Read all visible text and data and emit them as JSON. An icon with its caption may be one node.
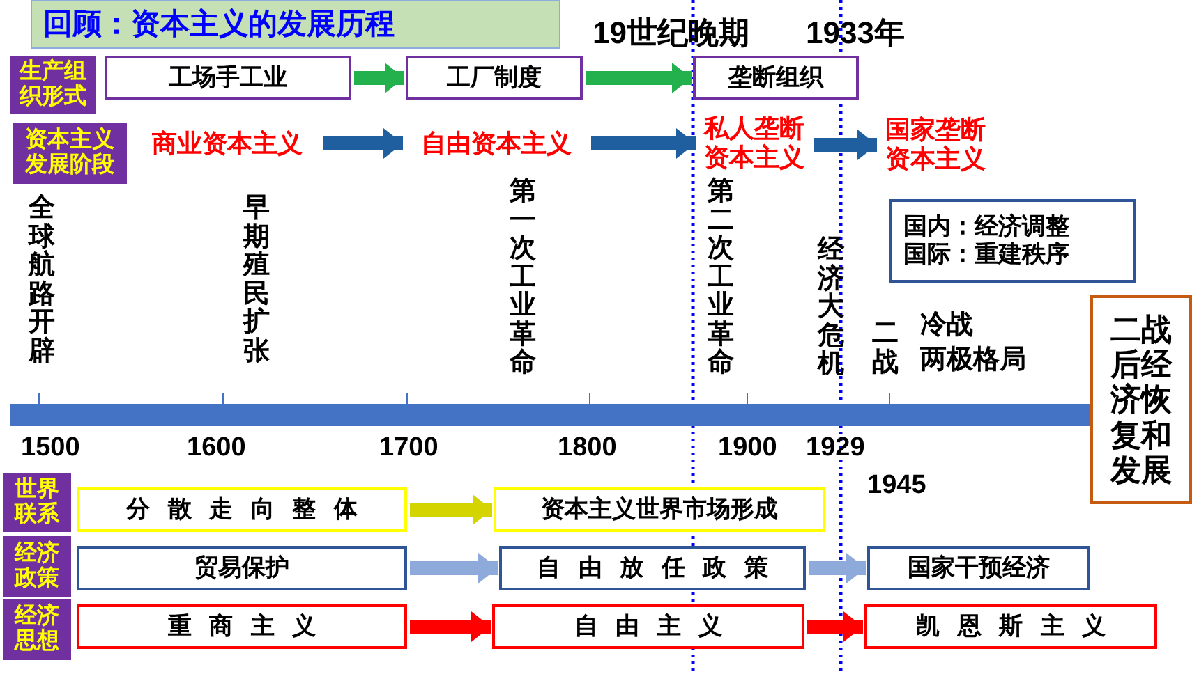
{
  "diagram": {
    "title": "回顾：资本主义的发展历程",
    "nodes": [
      {
        "text": [
          "生产组织形式"
        ]
      },
      {
        "text": [
          "工场手工业"
        ]
      },
      {
        "text": [
          "工厂制度"
        ]
      },
      {
        "text": [
          "垄断组织"
        ]
      },
      {
        "text": [
          "资本主义发展阶段"
        ]
      },
      {
        "text": [
          "商业资本主义"
        ]
      },
      {
        "text": [
          "自由资本主义"
        ]
      },
      {
        "text": [
          "私人垄断资本主义"
        ]
      },
      {
        "text": [
          "国家垄断资本主义"
        ]
      },
      {
        "text": [
          "国内：经济调整",
          "国际：重建秩序"
        ]
      },
      {
        "text": [
          "二战后经济恢复和发展"
        ]
      },
      {
        "text": [
          "世界联系"
        ]
      },
      {
        "text": [
          "分散走向整体"
        ]
      },
      {
        "text": [
          "资本主义世界市场形成"
        ]
      },
      {
        "text": [
          "经济政策"
        ]
      },
      {
        "text": [
          "贸易保护"
        ]
      },
      {
        "text": [
          "自由放任政策"
        ]
      },
      {
        "text": [
          "国家干预经济"
        ]
      },
      {
        "text": [
          "经济思想"
        ]
      },
      {
        "text": [
          "重商主义"
        ]
      },
      {
        "text": [
          "自由主义"
        ]
      },
      {
        "text": [
          "凯恩斯主义"
        ]
      }
    ],
    "edges": [
      {
        "from": 1,
        "to": 2,
        "arrow": "to",
        "color": "#22b14c"
      },
      {
        "from": 2,
        "to": 3,
        "arrow": "to",
        "color": "#22b14c"
      },
      {
        "from": 5,
        "to": 6,
        "arrow": "to",
        "color": "#1f5fa0"
      },
      {
        "from": 6,
        "to": 7,
        "arrow": "to",
        "color": "#1f5fa0"
      },
      {
        "from": 7,
        "to": 8,
        "arrow": "to",
        "color": "#1f5fa0"
      },
      {
        "from": 12,
        "to": 13,
        "arrow": "to",
        "color": "#d4d400"
      },
      {
        "from": 15,
        "to": 16,
        "arrow": "to",
        "color": "#8eaadb"
      },
      {
        "from": 16,
        "to": 17,
        "arrow": "to",
        "color": "#8eaadb"
      },
      {
        "from": 19,
        "to": 20,
        "arrow": "to",
        "color": "#ff0000"
      },
      {
        "from": 20,
        "to": 21,
        "arrow": "to",
        "color": "#ff0000"
      }
    ],
    "labels": [
      "19世纪晚期",
      "1933年",
      "全球航路开辟",
      "早期殖民扩张",
      "第一次工业革命",
      "第二次工业革命",
      "经济大危机",
      "二战",
      "冷战",
      "两极格局",
      "1500",
      "1600",
      "1700",
      "1800",
      "1900",
      "1929",
      "1945"
    ]
  }
}
